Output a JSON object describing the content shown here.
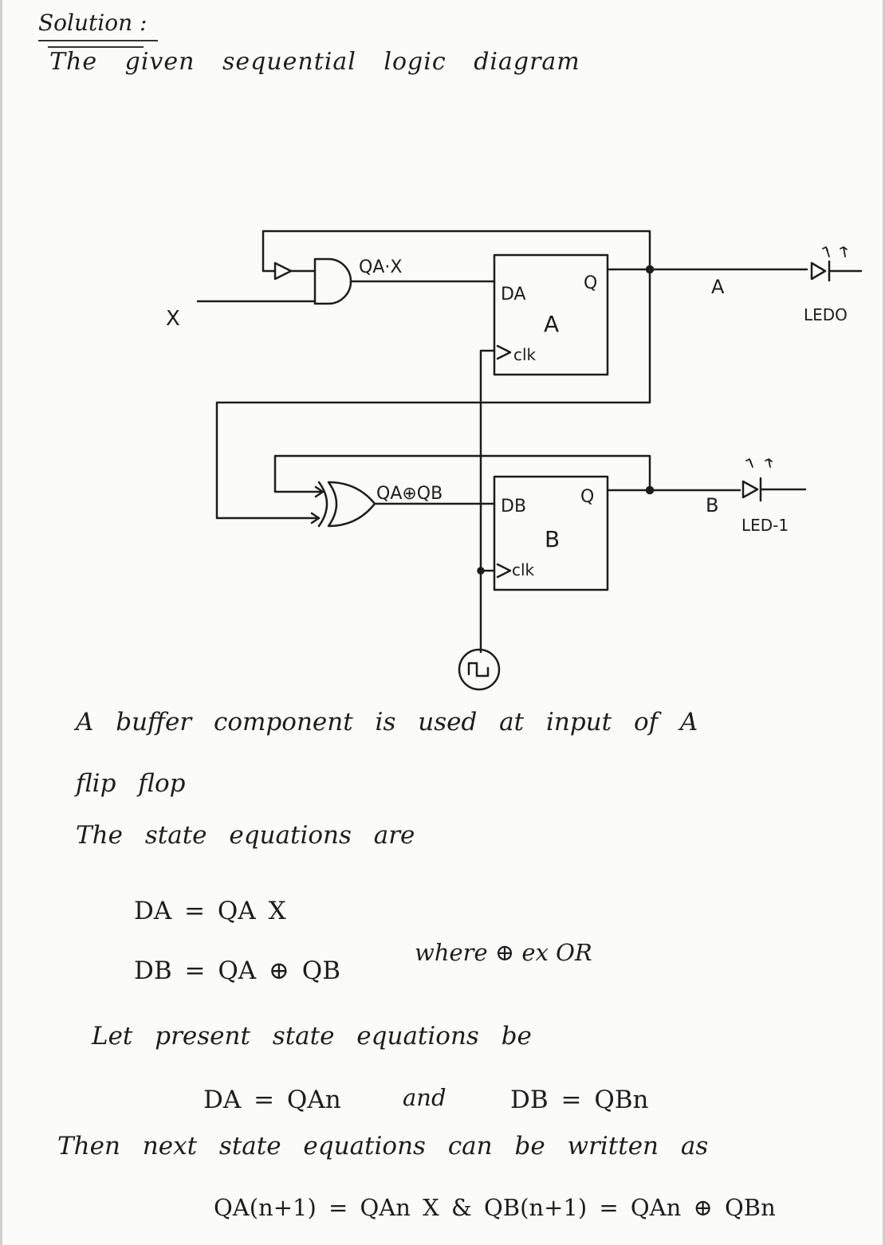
{
  "header": {
    "title": "Solution :",
    "intro": "The  given  sequential  logic  diagram"
  },
  "diagram": {
    "input_x": "X",
    "and_output": "QA·X",
    "xor_output": "QA⊕QB",
    "ff_a": {
      "d": "DA",
      "q": "Q",
      "name": "A",
      "clk": "clk"
    },
    "ff_b": {
      "d": "DB",
      "q": "Q",
      "name": "B",
      "clk": "clk"
    },
    "out_a": "A",
    "out_b": "B",
    "led_a": "LEDO",
    "led_b": "LED-1"
  },
  "body": {
    "p1_line1": "A buffer component  is  used  at input  of  A",
    "p1_line2": "flip flop",
    "p2": "The  state  equations  are",
    "eq1": "DA = QA X",
    "eq2": "DB = QA ⊕ QB",
    "eq2_note": "where  ⊕  ex OR",
    "p3": "Let  present  state  equations  be",
    "eq3a": "DA = QAn",
    "eq3_and": "and",
    "eq3b": "DB = QBn",
    "p4": "Then  next  state  equations  can  be  written  as",
    "eq4": "QA(n+1)  =  QAn X   &   QB(n+1)  = QAn ⊕ QBn"
  },
  "colors": {
    "ink": "#1d1d1f",
    "paper": "#fbfbf9"
  }
}
